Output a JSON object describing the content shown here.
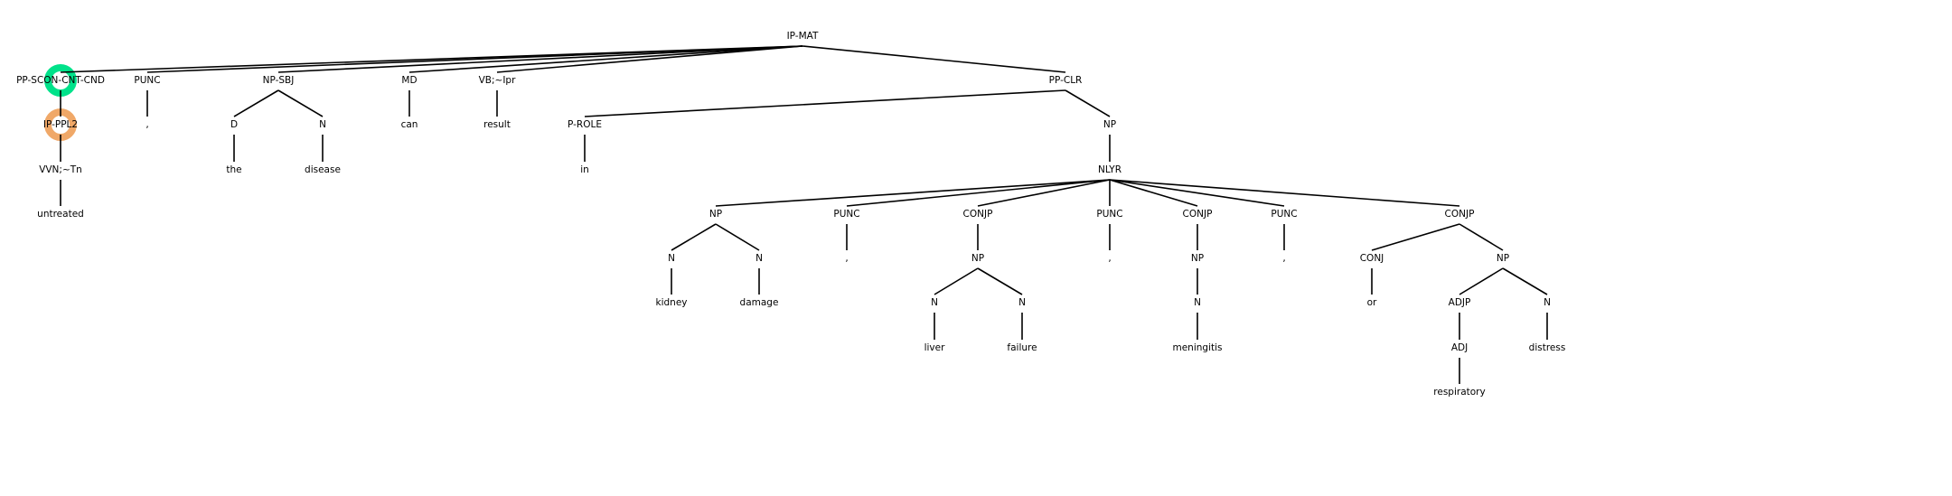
{
  "highlight_colors": {
    "green": "#00e28a",
    "orange": "#f0a868"
  },
  "nodes": {
    "root": "IP-MAT",
    "ppscon": "PP-SCON-CNT-CND",
    "ipppl2": "IP-PPL2",
    "vvn": "VVN;~Tn",
    "untreated": "untreated",
    "punc1": "PUNC",
    "comma1": ",",
    "npsbj": "NP-SBJ",
    "d": "D",
    "the": "the",
    "n1": "N",
    "disease": "disease",
    "md": "MD",
    "can": "can",
    "vb": "VB;~Ipr",
    "result": "result",
    "ppclr": "PP-CLR",
    "prole": "P-ROLE",
    "in": "in",
    "np_obj": "NP",
    "nlyr": "NLYR",
    "np_kd": "NP",
    "n_kidney": "N",
    "kidney": "kidney",
    "n_damage": "N",
    "damage": "damage",
    "punc2": "PUNC",
    "comma2": ",",
    "conjp1": "CONJP",
    "np_lf": "NP",
    "n_liver": "N",
    "liver": "liver",
    "n_failure": "N",
    "failure": "failure",
    "punc3": "PUNC",
    "comma3": ",",
    "conjp2": "CONJP",
    "np_men": "NP",
    "n_men": "N",
    "meningitis": "meningitis",
    "punc4": "PUNC",
    "comma4": ",",
    "conjp3": "CONJP",
    "conj": "CONJ",
    "or": "or",
    "np_rd": "NP",
    "adjp": "ADJP",
    "adj": "ADJ",
    "respiratory": "respiratory",
    "n_distress": "N",
    "distress": "distress"
  }
}
